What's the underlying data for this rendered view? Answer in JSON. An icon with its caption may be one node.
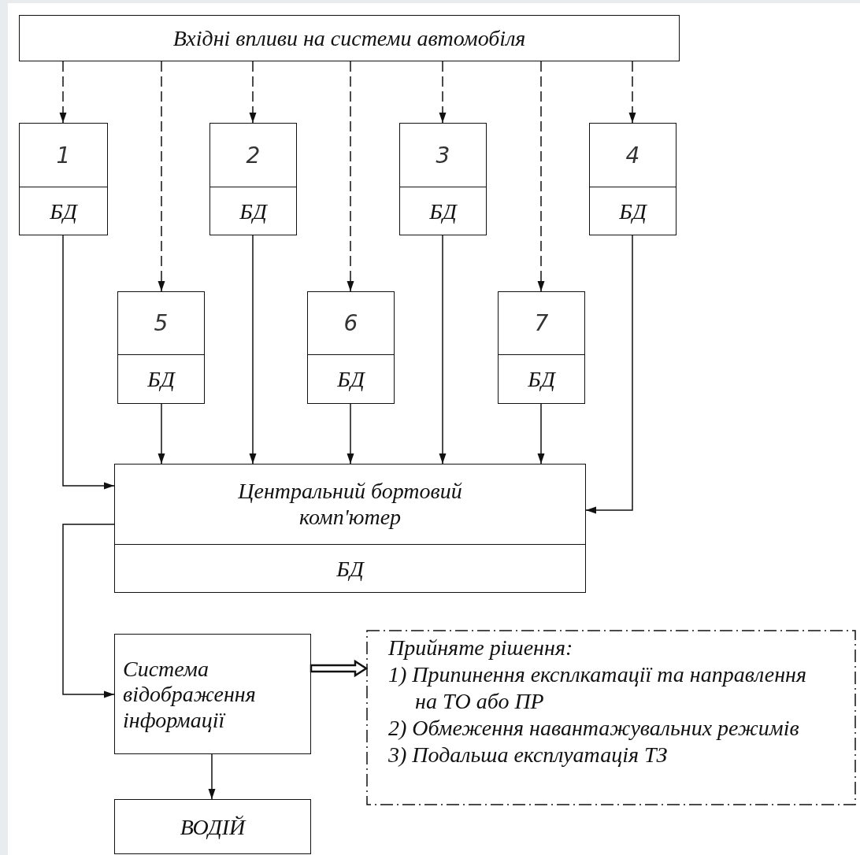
{
  "diagram": {
    "nodes": [
      {
        "text": [
          "Вхідні впливи на системи автомобіля"
        ]
      },
      {
        "text": [
          "1",
          "БД"
        ]
      },
      {
        "text": [
          "2",
          "БД"
        ]
      },
      {
        "text": [
          "3",
          "БД"
        ]
      },
      {
        "text": [
          "4",
          "БД"
        ]
      },
      {
        "text": [
          "5",
          "БД"
        ]
      },
      {
        "text": [
          "6",
          "БД"
        ]
      },
      {
        "text": [
          "7",
          "БД"
        ]
      },
      {
        "text": [
          "Центральний бортовий комп'ютер",
          "БД"
        ]
      },
      {
        "text": [
          "Система відображення інформації"
        ]
      },
      {
        "text": [
          "Прийняте рішення:",
          "1) Припинення експлкатації та направлення на ТО або ПР",
          "2) Обмеження навантажувальних режимів",
          "3) Подальша експлуатація ТЗ"
        ]
      },
      {
        "text": [
          "ВОДІЙ"
        ]
      }
    ],
    "edges": [
      {
        "from": 0,
        "to": 1,
        "arrow": "to",
        "style": "dashed"
      },
      {
        "from": 0,
        "to": 5,
        "arrow": "to",
        "style": "dashed"
      },
      {
        "from": 0,
        "to": 2,
        "arrow": "to",
        "style": "dashed"
      },
      {
        "from": 0,
        "to": 6,
        "arrow": "to",
        "style": "dashed"
      },
      {
        "from": 0,
        "to": 3,
        "arrow": "to",
        "style": "dashed"
      },
      {
        "from": 0,
        "to": 7,
        "arrow": "to",
        "style": "dashed"
      },
      {
        "from": 0,
        "to": 4,
        "arrow": "to",
        "style": "dashed"
      },
      {
        "from": 1,
        "to": 8,
        "arrow": "to"
      },
      {
        "from": 5,
        "to": 8,
        "arrow": "to"
      },
      {
        "from": 2,
        "to": 8,
        "arrow": "to"
      },
      {
        "from": 6,
        "to": 8,
        "arrow": "to"
      },
      {
        "from": 3,
        "to": 8,
        "arrow": "to"
      },
      {
        "from": 7,
        "to": 8,
        "arrow": "to"
      },
      {
        "from": 4,
        "to": 8,
        "arrow": "to"
      },
      {
        "from": 8,
        "to": 9,
        "arrow": "to"
      },
      {
        "from": 9,
        "to": 10,
        "arrow": "to",
        "style": "thick"
      },
      {
        "from": 9,
        "to": 11,
        "arrow": "to"
      }
    ]
  }
}
